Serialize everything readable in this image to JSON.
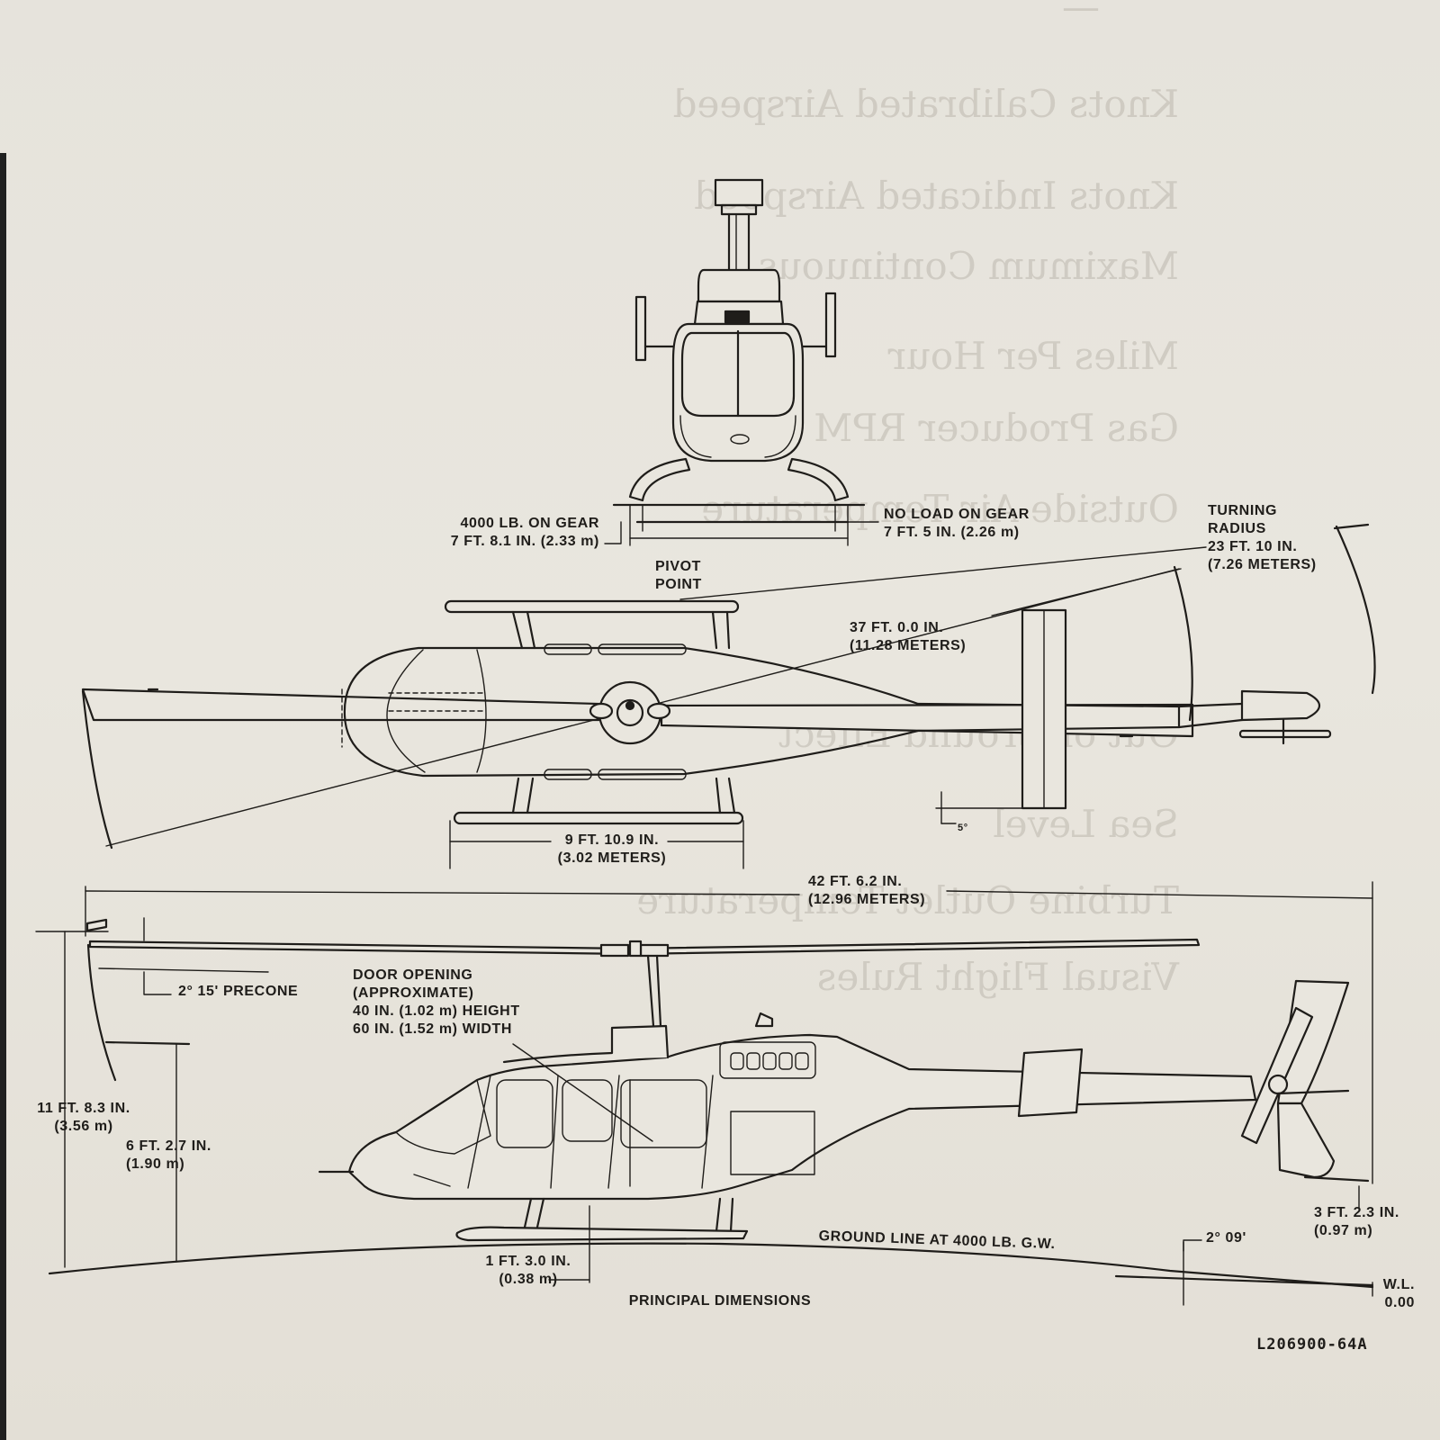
{
  "background_text": [
    "Knots Calibrated Airspeed",
    "Knots Indicated Airspeed",
    "Maximum Continuous",
    "Miles Per Hour",
    "Gas Producer RPM",
    "Outside Air Temperature",
    "Out of Ground Effect",
    "Sea Level",
    "Turbine Outlet Temperature",
    "Visual Flight Rules"
  ],
  "front_view": {
    "gear_on": {
      "line1": "4000 LB. ON GEAR",
      "line2": "7 FT. 8.1 IN. (2.33 m)"
    },
    "gear_off": {
      "line1": "NO LOAD ON GEAR",
      "line2": "7 FT. 5 IN. (2.26 m)"
    }
  },
  "top_view": {
    "turning_radius": {
      "l1": "TURNING",
      "l2": "RADIUS",
      "l3": "23 FT. 10 IN.",
      "l4": "(7.26 METERS)"
    },
    "pivot": {
      "l1": "PIVOT",
      "l2": "POINT"
    },
    "rotor_dia": {
      "l1": "37 FT. 0.0 IN.",
      "l2": "(11.28 METERS)"
    },
    "stab_angle": "5°",
    "skid_width": {
      "l1": "9 FT. 10.9 IN.",
      "l2": "(3.02 METERS)"
    }
  },
  "side_view": {
    "overall_length": {
      "l1": "42 FT. 6.2 IN.",
      "l2": "(12.96 METERS)"
    },
    "precone": "2° 15' PRECONE",
    "door": {
      "l1": "DOOR OPENING",
      "l2": "(APPROXIMATE)",
      "l3": "40 IN. (1.02 m) HEIGHT",
      "l4": "60 IN. (1.52 m) WIDTH"
    },
    "overall_height": {
      "l1": "11 FT. 8.3 IN.",
      "l2": "(3.56 m)"
    },
    "cabin_height": {
      "l1": "6 FT. 2.7 IN.",
      "l2": "(1.90 m)"
    },
    "ground_clearance": {
      "l1": "1 FT. 3.0 IN.",
      "l2": "(0.38 m)"
    },
    "ground_line": "GROUND LINE AT 4000 LB. G.W.",
    "ground_angle": "2° 09'",
    "tail_clearance": {
      "l1": "3 FT. 2.3 IN.",
      "l2": "(0.97 m)"
    },
    "waterline": {
      "l1": "W.L.",
      "l2": "0.00"
    }
  },
  "caption": "PRINCIPAL DIMENSIONS",
  "figure_code": "L206900-64A"
}
